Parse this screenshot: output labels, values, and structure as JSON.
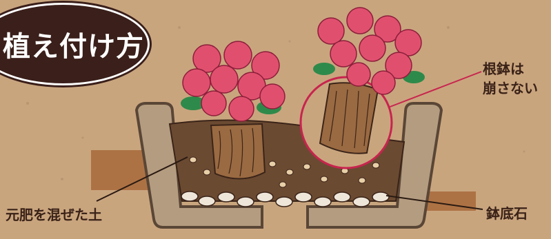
{
  "title": "植え付け方",
  "labels": {
    "soil": "元肥を混ぜた土",
    "stones": "鉢底石",
    "root_line1": "根鉢は",
    "root_line2": "崩さない"
  },
  "colors": {
    "background": "#c9a57e",
    "title_bg": "#3a1f1a",
    "soil": "#6b4a32",
    "planter": "#b49c80",
    "flower": "#e0506e",
    "leaf": "#2e8a4a",
    "highlight_circle": "#c8244e"
  }
}
